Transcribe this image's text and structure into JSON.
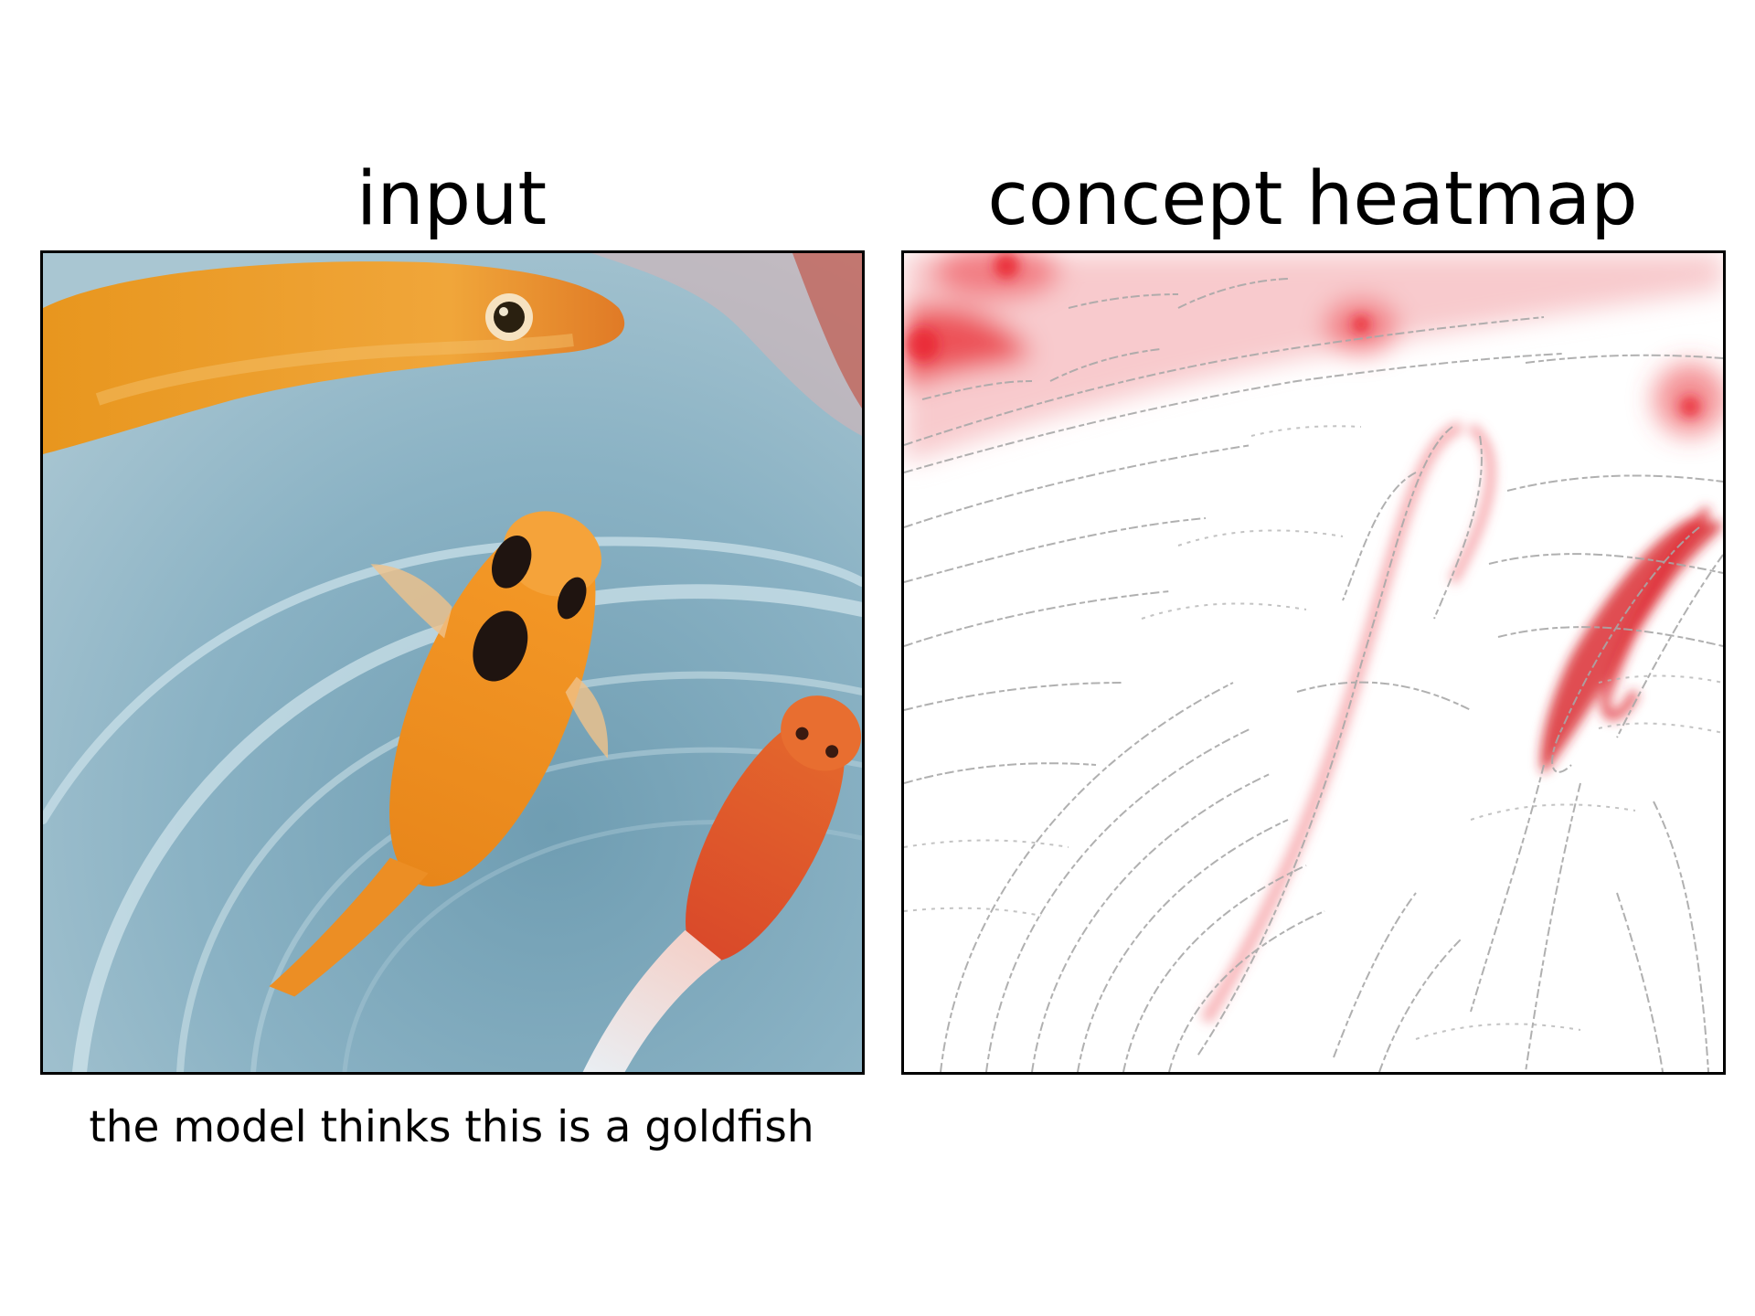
{
  "panels": {
    "input": {
      "title": "input"
    },
    "heatmap": {
      "title": "concept heatmap"
    }
  },
  "caption": "the model thinks this is a goldfish",
  "colors": {
    "water": "#8fb3c4",
    "goldfish_orange": "#f0901c",
    "goldfish_red": "#e04a2a",
    "heatmap_red": "#e8202a",
    "edge_gray": "#a8a8a8"
  }
}
